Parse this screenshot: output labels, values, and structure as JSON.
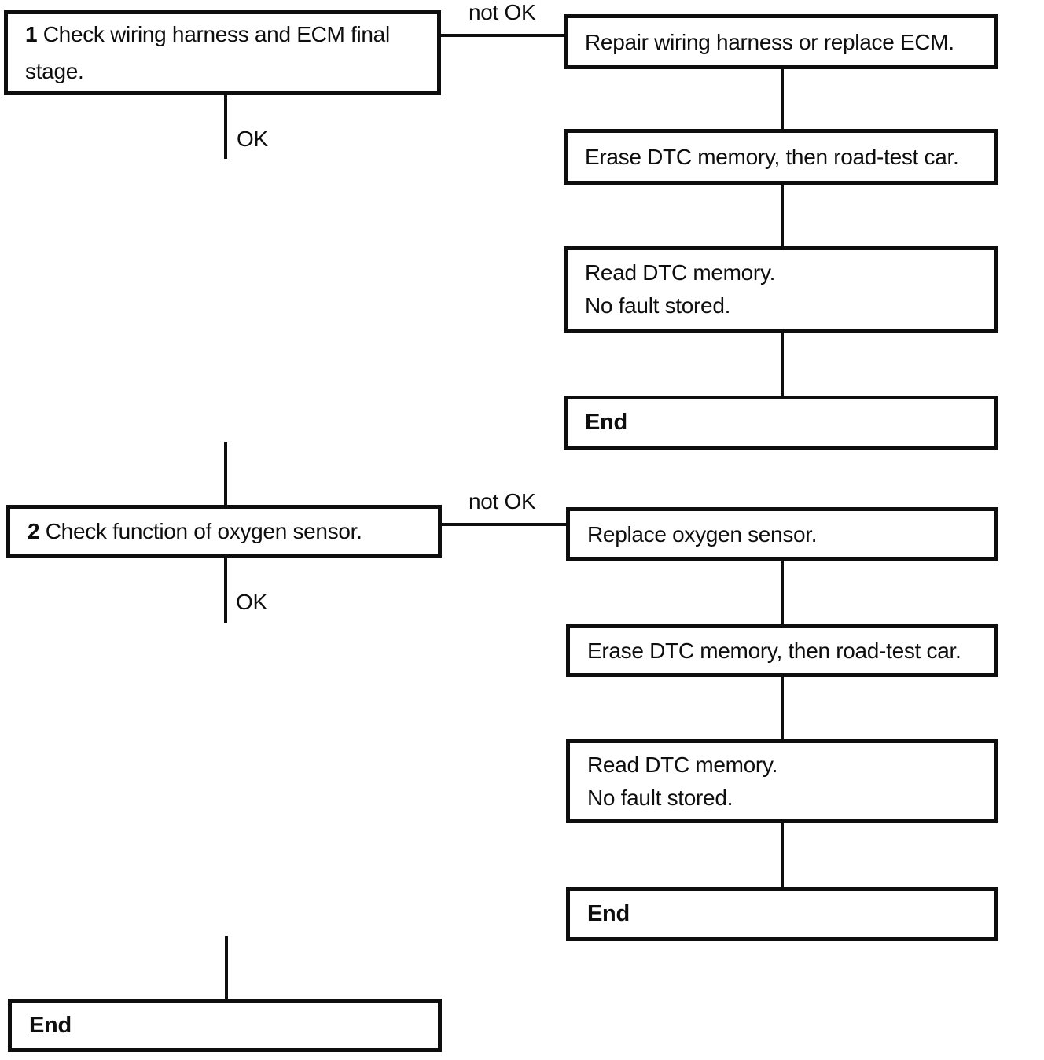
{
  "palette": {
    "ink": "#0e0e0e",
    "paper": "#ffffff"
  },
  "labels": {
    "ok": "OK",
    "not_ok": "not OK"
  },
  "step1": {
    "number": "1",
    "text": "Check wiring harness and ECM final stage."
  },
  "step2": {
    "number": "2",
    "text": "Check function of oxygen sensor."
  },
  "branch1": {
    "action": "Repair wiring harness or replace ECM.",
    "erase": "Erase DTC memory, then road-test car.",
    "read": {
      "line1": "Read DTC memory.",
      "line2": "No fault stored."
    },
    "end": "End"
  },
  "branch2": {
    "action": "Replace oxygen sensor.",
    "erase": "Erase DTC memory, then road-test car.",
    "read": {
      "line1": "Read DTC memory.",
      "line2": "No fault stored."
    },
    "end": "End"
  },
  "main_end": "End"
}
